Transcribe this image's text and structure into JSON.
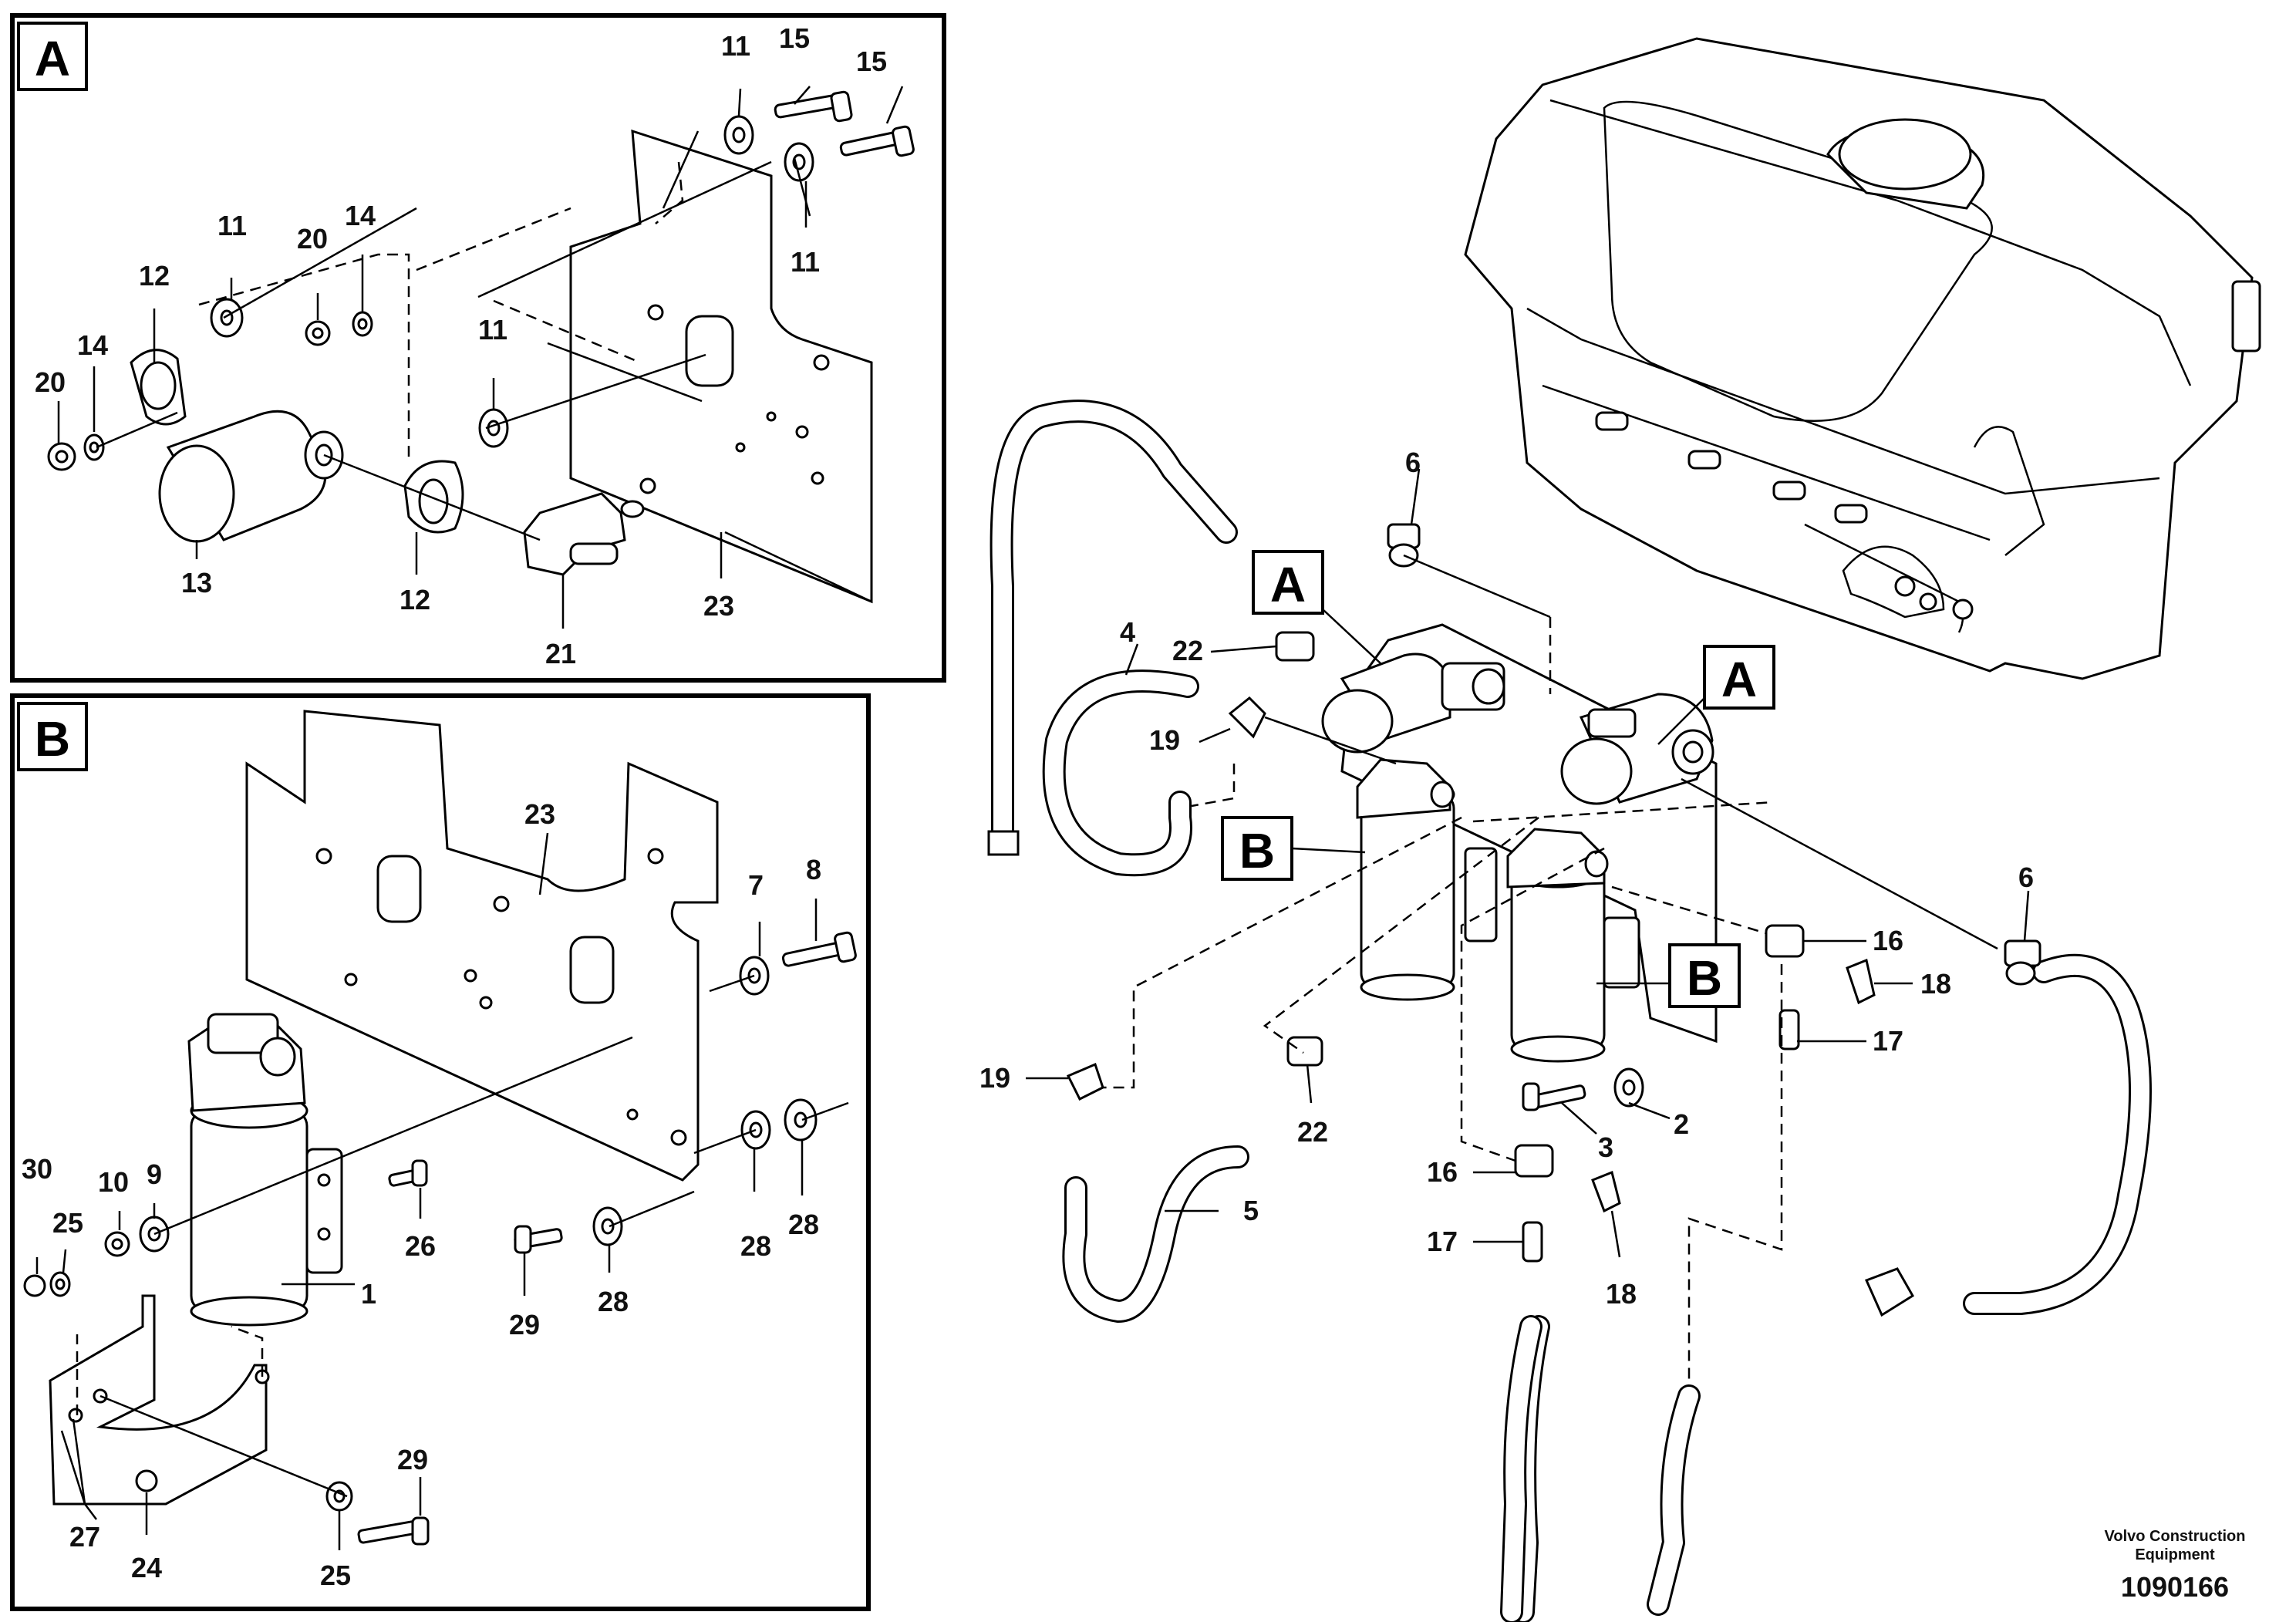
{
  "detail_a": {
    "letter": "A"
  },
  "detail_b": {
    "letter": "B"
  },
  "labels_a": [
    "11",
    "15",
    "15",
    "11",
    "11",
    "20",
    "14",
    "12",
    "14",
    "20",
    "11",
    "13",
    "12",
    "21",
    "23"
  ],
  "labels_b": [
    "23",
    "7",
    "8",
    "9",
    "10",
    "30",
    "25",
    "26",
    "1",
    "28",
    "28",
    "28",
    "29",
    "27",
    "24",
    "25",
    "29"
  ],
  "labels_main": [
    "6",
    "4",
    "22",
    "19",
    "6",
    "16",
    "18",
    "17",
    "19",
    "22",
    "5",
    "3",
    "2",
    "16",
    "17",
    "18"
  ],
  "callouts": [
    "A",
    "A",
    "B",
    "B"
  ],
  "footer": {
    "company_line1": "Volvo Construction",
    "company_line2": "Equipment",
    "drawing_number": "1090166"
  }
}
